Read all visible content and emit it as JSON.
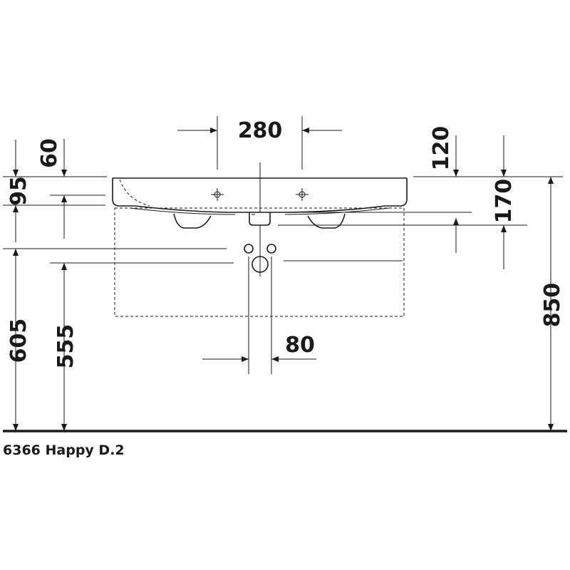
{
  "model_caption": "6366 Happy D.2",
  "dimensions": {
    "d280": "280",
    "d60": "60",
    "d120": "120",
    "d95": "95",
    "d170": "170",
    "d850": "850",
    "d605": "605",
    "d555": "555",
    "d80": "80"
  }
}
